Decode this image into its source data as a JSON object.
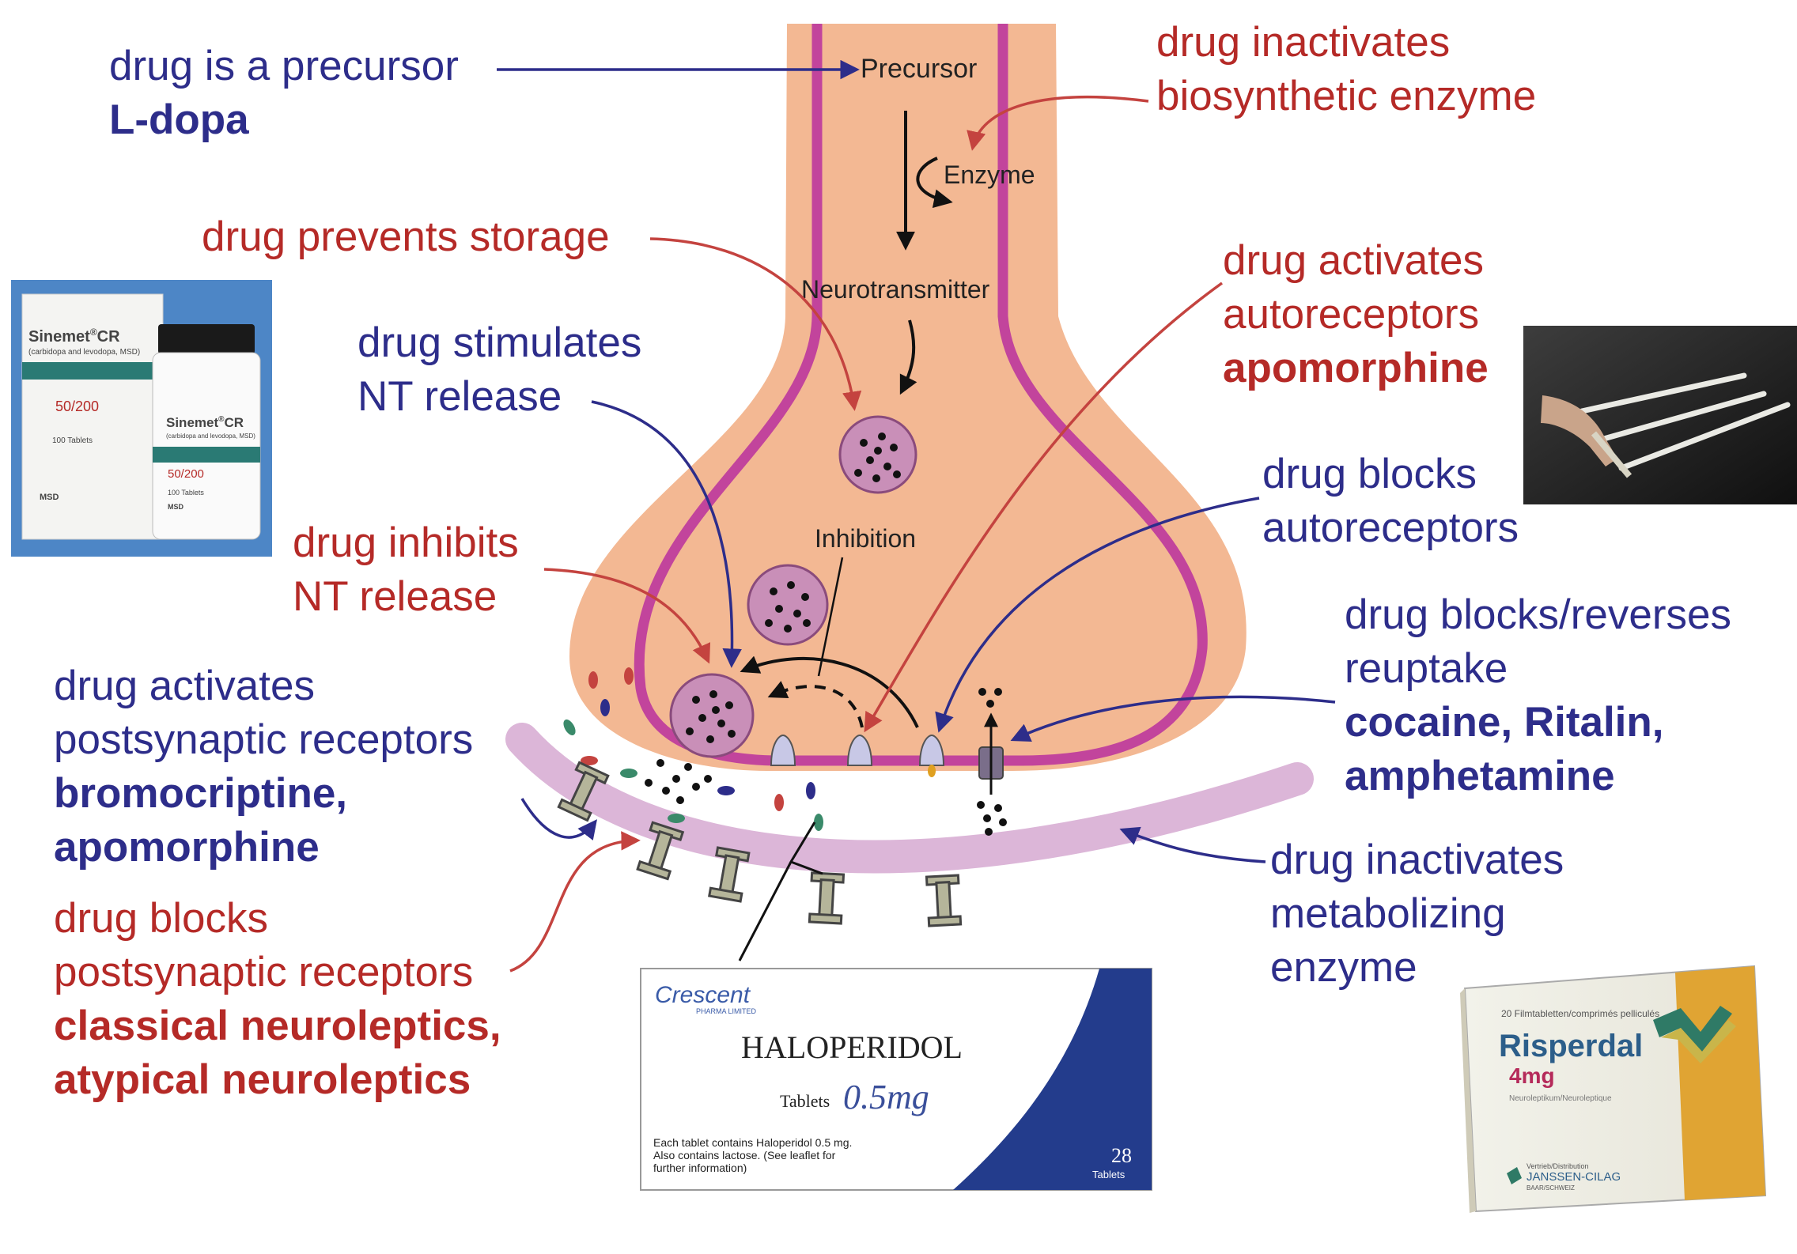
{
  "colors": {
    "blue_text": "#2d2d8a",
    "red_text": "#b52a27",
    "neuron_fill": "#f3b893",
    "membrane": "#c2449c",
    "postsynaptic": "#dcb6d8",
    "vesicle": "#c98fb8"
  },
  "diagram_labels": {
    "precursor": "Precursor",
    "enzyme": "Enzyme",
    "neurotransmitter": "Neurotransmitter",
    "inhibition": "Inhibition"
  },
  "annotations": {
    "precursor": {
      "line1": "drug is a precursor",
      "drug": "L-dopa"
    },
    "inactivates_biosynthetic": {
      "line1": "drug inactivates",
      "line2": "biosynthetic enzyme"
    },
    "prevents_storage": {
      "line1": "drug prevents storage"
    },
    "activates_autoreceptors": {
      "line1": "drug activates",
      "line2": "autoreceptors",
      "drug": "apomorphine"
    },
    "stimulates_release": {
      "line1": "drug stimulates",
      "line2": "NT release"
    },
    "blocks_autoreceptors": {
      "line1": "drug blocks",
      "line2": "autoreceptors"
    },
    "inhibits_release": {
      "line1": "drug inhibits",
      "line2": "NT release"
    },
    "blocks_reuptake": {
      "line1": "drug blocks/reverses",
      "line2": "reuptake",
      "drug1": "cocaine, Ritalin,",
      "drug2": "amphetamine"
    },
    "activates_postsynaptic": {
      "line1": "drug activates",
      "line2": "postsynaptic receptors",
      "drug1": "bromocriptine,",
      "drug2": "apomorphine"
    },
    "inactivates_metabolizing": {
      "line1": "drug inactivates",
      "line2": "metabolizing",
      "line3": "enzyme"
    },
    "blocks_postsynaptic": {
      "line1": "drug blocks",
      "line2": "postsynaptic receptors",
      "drug1": "classical neuroleptics,",
      "drug2": "atypical neuroleptics"
    }
  },
  "products": {
    "sinemet": {
      "brand": "Sinemet",
      "suffix": "CR",
      "generic": "(carbidopa and levodopa, MSD)",
      "dose": "50/200",
      "count": "100 Tablets",
      "maker": "MSD"
    },
    "haloperidol": {
      "company": "Crescent",
      "company_sub": "PHARMA LIMITED",
      "name": "HALOPERIDOL",
      "tablets": "Tablets",
      "dose": "0.5mg",
      "contents1": "Each tablet contains Haloperidol 0.5 mg.",
      "contents2": "Also contains lactose. (See leaflet for",
      "contents3": "further information)",
      "count": "28",
      "count_unit": "Tablets"
    },
    "risperdal": {
      "header": "20 Filmtabletten/comprimés pelliculés",
      "brand": "Risperdal",
      "dose": "4mg",
      "class": "Neuroleptikum/Neuroleptique",
      "distributor_label": "Vertrieb/Distribution",
      "distributor": "JANSSEN-CILAG",
      "distributor_place": "BAAR/SCHWEIZ"
    }
  }
}
